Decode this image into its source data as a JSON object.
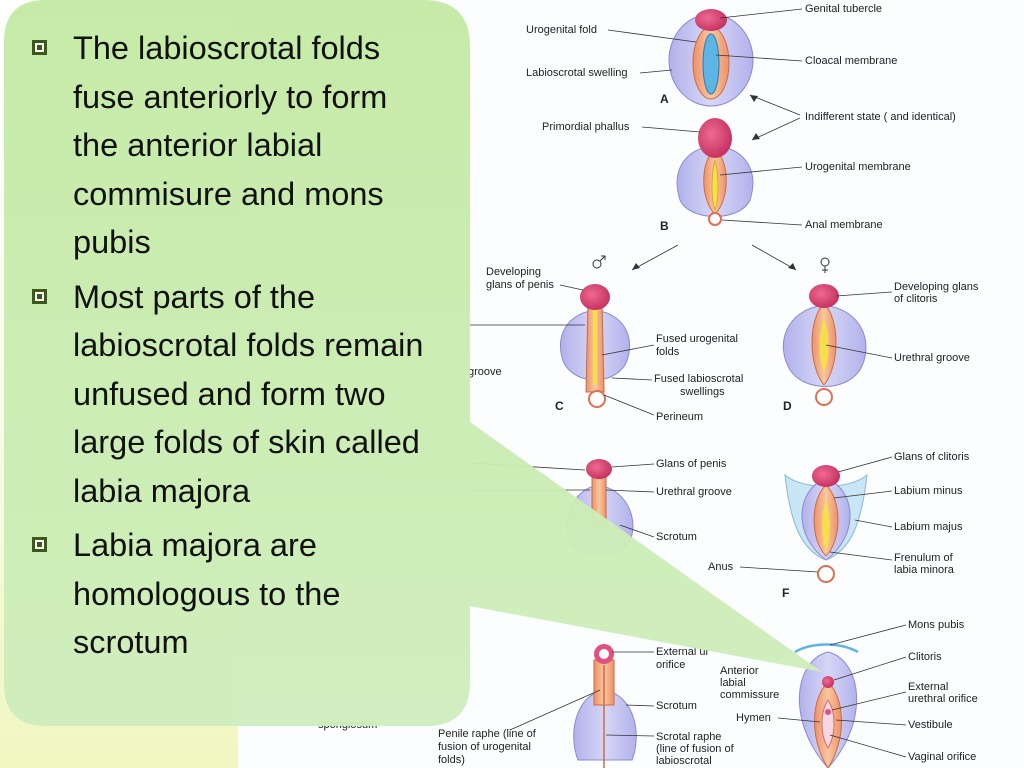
{
  "slide": {
    "bullets": [
      {
        "text": "The labioscrotal folds fuse anteriorly to form the anterior labial commisure and mons pubis"
      },
      {
        "text": "Most parts of the labioscrotal folds remain unfused and form two large folds of skin called labia majora"
      },
      {
        "text": "Labia majora are homologous to the scrotum"
      }
    ]
  },
  "figure": {
    "stages": {
      "A": "A",
      "B": "B",
      "C": "C",
      "D": "D",
      "F": "F"
    },
    "labels": {
      "genital_tubercle": "Genital tubercle",
      "urogenital_fold": "Urogenital fold",
      "cloacal_membrane": "Cloacal membrane",
      "labioscrotal_swelling": "Labioscrotal swelling",
      "indifferent_state": "Indifferent state (  and   identical)",
      "primordial_phallus": "Primordial phallus",
      "urogenital_membrane": "Urogenital membrane",
      "anal_membrane": "Anal membrane",
      "developing_glans_penis_1": "Developing",
      "developing_glans_penis_2": "glans of penis",
      "developing_glans_clitoris_1": "Developing glans",
      "developing_glans_clitoris_2": "of clitoris",
      "fused_urogenital_1": "Fused urogenital",
      "fused_urogenital_2": "folds",
      "urethral_groove_d": "Urethral groove",
      "groove_partial": "groove",
      "fused_labioscrotal_1": "Fused labioscrotal",
      "fused_labioscrotal_2": "swellings",
      "perineum": "Perineum",
      "glans_of_penis": "Glans of penis",
      "glans_of_clitoris": "Glans of clitoris",
      "urethral_groove_e": "Urethral groove",
      "labium_minus": "Labium minus",
      "labium_majus": "Labium majus",
      "scrotum_e": "Scrotum",
      "frenulum_1": "Frenulum of",
      "frenulum_2": "labia minora",
      "anus": "Anus",
      "mons_pubis": "Mons pubis",
      "external_ur_1": "External ur",
      "external_ur_2": "orifice",
      "anterior_labial_1": "Anterior",
      "anterior_labial_2": "labial",
      "anterior_labial_3": "commissure",
      "clitoris": "Clitoris",
      "external_urethral_1": "External",
      "external_urethral_2": "urethral orifice",
      "hymen": "Hymen",
      "vestibule": "Vestibule",
      "scrotum_g": "Scrotum",
      "spongiosum": "spongiosum",
      "penile_raphe_1": "Penile raphe (line of",
      "penile_raphe_2": "fusion of urogenital",
      "penile_raphe_3": "folds)",
      "scrotal_raphe_1": "Scrotal raphe",
      "scrotal_raphe_2": "(line of fusion of",
      "scrotal_raphe_3": "labioscrotal",
      "vaginal_orifice": "Vaginal orifice"
    }
  },
  "colors": {
    "callout_fill": "#c4eaa4",
    "bullet": "#3b5a1a",
    "tubercle": "#d2386a",
    "swelling": "#b2b2ec",
    "fold": "#f0a488",
    "membrane": "#5fb4e6",
    "groove": "#f6e04a"
  }
}
